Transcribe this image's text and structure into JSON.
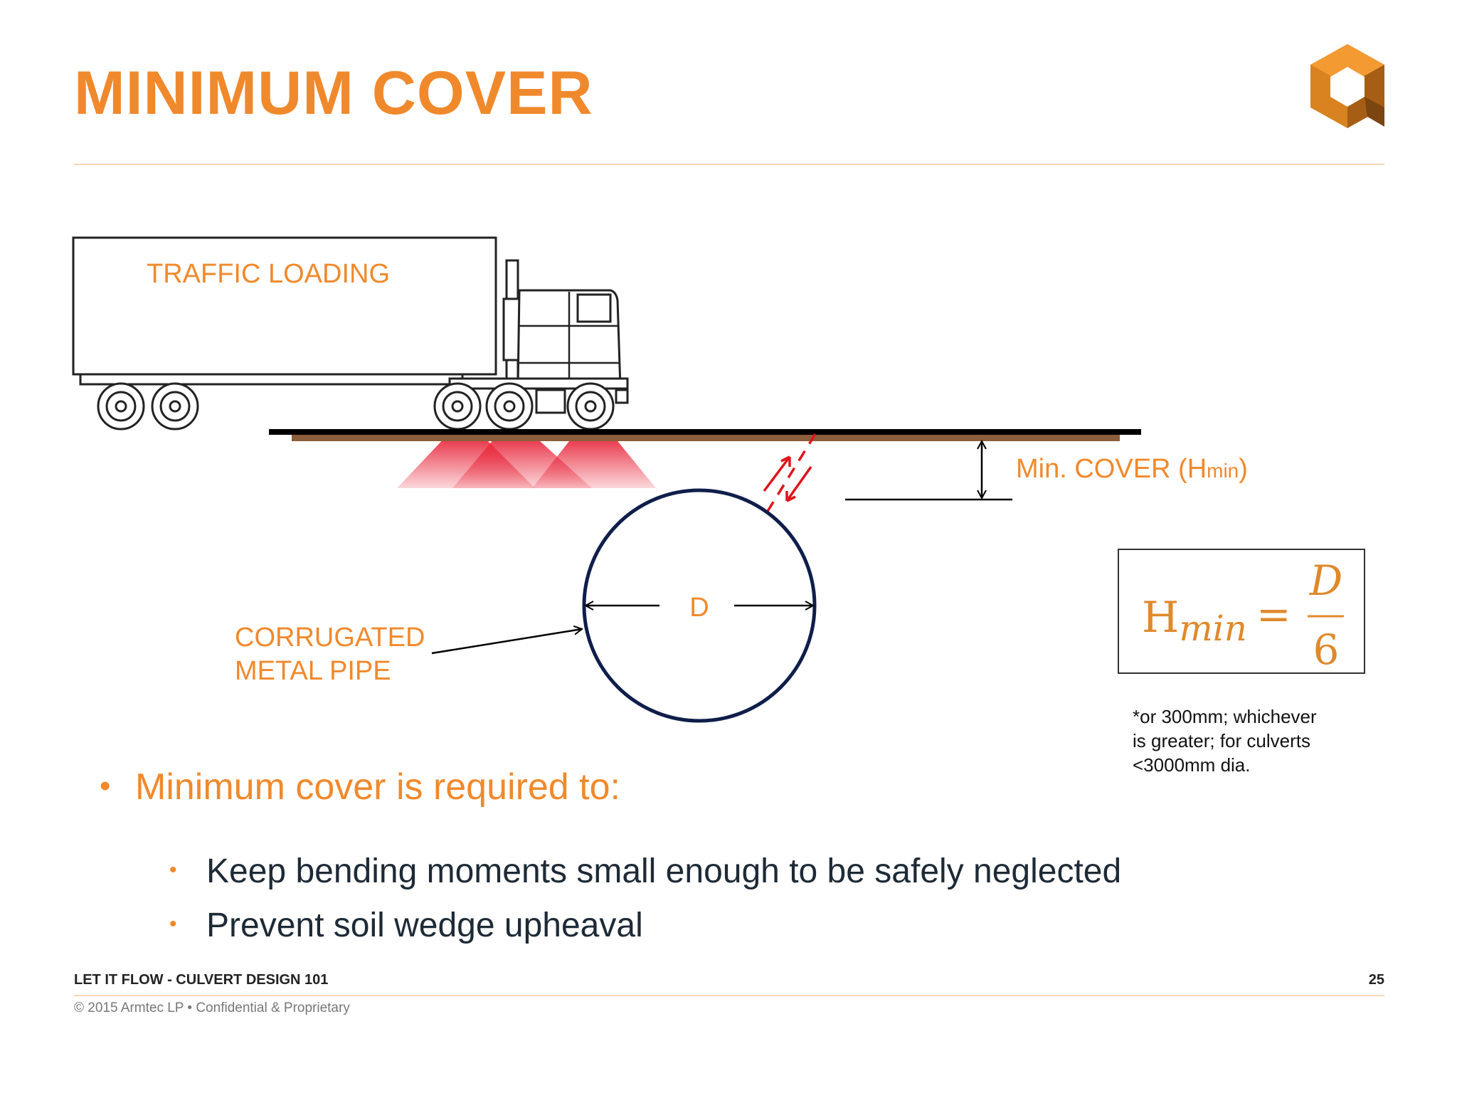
{
  "slide": {
    "title": "MINIMUM COVER",
    "accent_color": "#F0892C",
    "logo_icon": "armtec-cube-logo-icon"
  },
  "diagram": {
    "traffic_label": "TRAFFIC LOADING",
    "pipe_label_line1": "CORRUGATED",
    "pipe_label_line2": "METAL PIPE",
    "diameter_label": "D",
    "cover_label": "Min. COVER (H",
    "cover_label_sub": "min",
    "cover_label_close": ")",
    "formula": {
      "lhs": "H",
      "lhs_sub": "min",
      "equals": "=",
      "numerator": "D",
      "denominator": "6"
    },
    "colors": {
      "pipe": "#0F1E4A",
      "road_surface": "#8B5E3C",
      "load_zone": "#E8283C",
      "shear_lines": "#E0131A"
    }
  },
  "note": {
    "line1": "*or 300mm; whichever",
    "line2": "is greater; for culverts",
    "line3": "<3000mm dia."
  },
  "bullets": {
    "main": "Minimum cover is required to:",
    "items": [
      "Keep bending moments small enough to be safely neglected",
      "Prevent soil wedge upheaval"
    ]
  },
  "footer": {
    "title": "LET IT FLOW - CULVERT DESIGN 101",
    "page_number": "25",
    "copyright": "© 2015 Armtec LP •  Confidential & Proprietary"
  }
}
